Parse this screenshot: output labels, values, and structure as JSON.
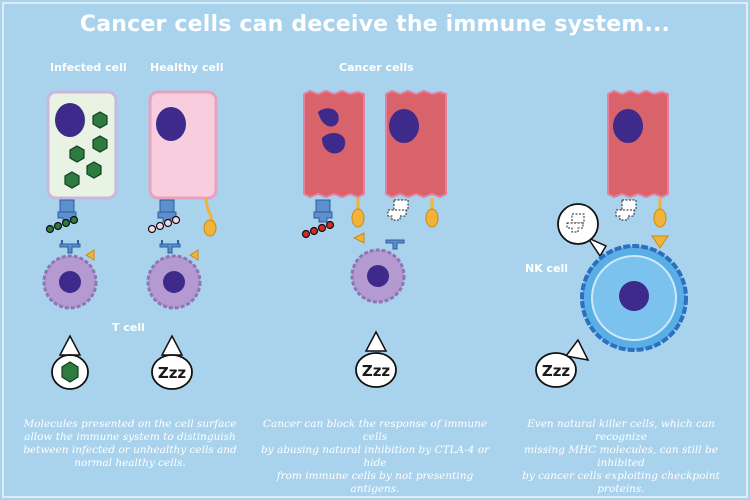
{
  "title": "Cancer cells can deceive the immune system...",
  "labels": {
    "infected_cell": "Infected cell",
    "healthy_cell": "Healthy cell",
    "cancer_cells": "Cancer cells",
    "t_cell": "T cell",
    "nk_cell": "NK cell"
  },
  "sleep_text": "Zzz",
  "captions": {
    "left": [
      "Molecules presented on the cell surface",
      "allow the immune system to distinguish",
      "between infected or unhealthy cells and",
      "normal healthy cells."
    ],
    "middle": [
      "Cancer can block the response of immune cells",
      "by abusing natural inhibition by CTLA-4 or hide",
      "from immune cells by not presenting antigens."
    ],
    "right": [
      "Even natural killer cells, which can recognize",
      "missing MHC molecules, can still be inhibited",
      "by cancer cells exploiting checkpoint proteins."
    ]
  },
  "colors": {
    "background": "#a9d3ec",
    "nucleus": "#3d2a8a",
    "infected_cell_fill": "#e8f3e3",
    "healthy_cell_fill": "#f8cddd",
    "cancer_cell_fill": "#d9636a",
    "t_cell_fill": "#b49ad0",
    "nk_cell_fill": "#5aaee6",
    "receptor": "#5b8fcf",
    "checkpoint_ligand": "#f2b33a",
    "virus": "#2e7b3f",
    "antigen_red": "#d32b2b"
  }
}
